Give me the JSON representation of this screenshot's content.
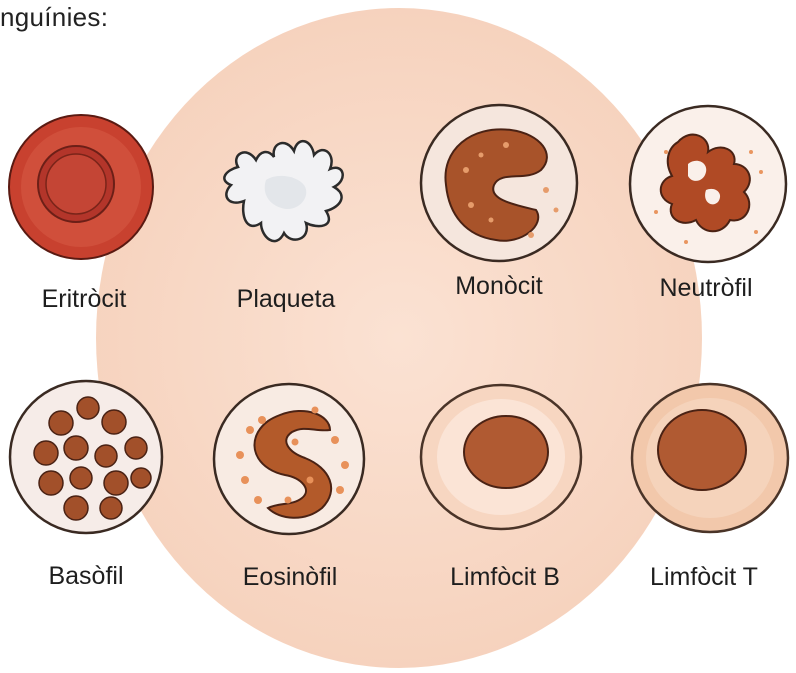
{
  "title": "nguínies:",
  "cells": [
    {
      "name": "Eritròcit"
    },
    {
      "name": "Plaqueta"
    },
    {
      "name": "Monòcit"
    },
    {
      "name": "Neutròfil"
    },
    {
      "name": "Basòfil"
    },
    {
      "name": "Eosinòfil"
    },
    {
      "name": "Limfòcit B"
    },
    {
      "name": "Limfòcit  T"
    }
  ],
  "colors": {
    "background_circle": "#f6d2bd",
    "erythrocyte": "#c8412f",
    "nucleus": "#b35a2a",
    "cytoplasm": "#f4ddd0"
  }
}
